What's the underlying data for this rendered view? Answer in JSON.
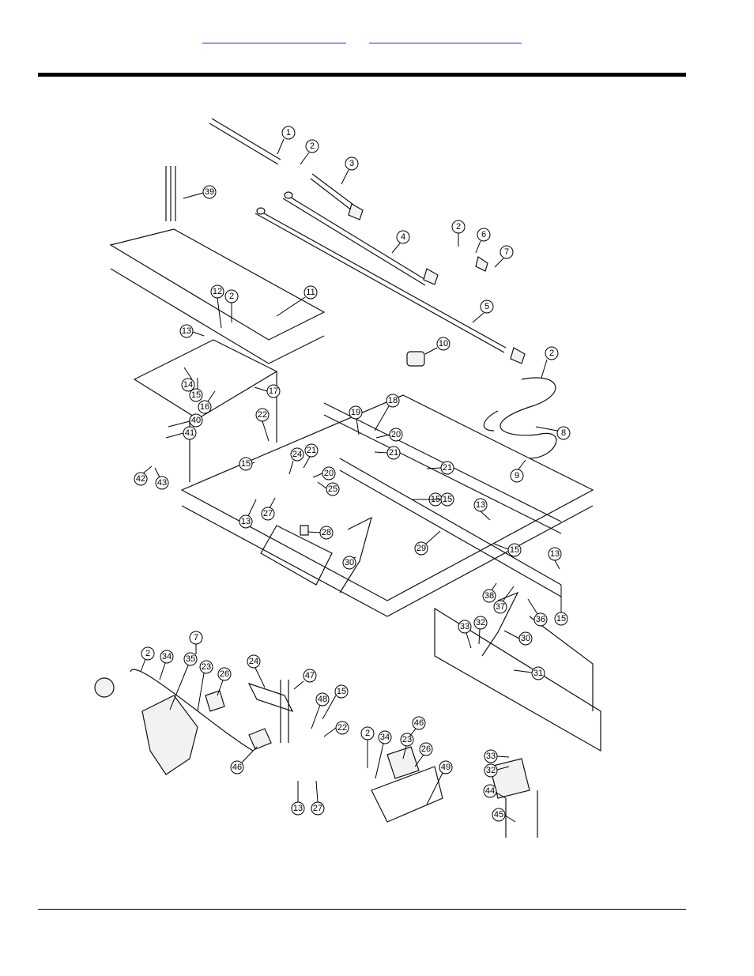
{
  "header": {
    "link_left": "",
    "link_right": ""
  },
  "diagram": {
    "callouts": [
      "1",
      "2",
      "3",
      "39",
      "4",
      "2",
      "6",
      "7",
      "5",
      "10",
      "2",
      "8",
      "9",
      "11",
      "12",
      "2",
      "13",
      "14",
      "15",
      "16",
      "17",
      "22",
      "40",
      "41",
      "19",
      "18",
      "20",
      "21",
      "21",
      "15",
      "24",
      "21",
      "20",
      "25",
      "15",
      "42",
      "43",
      "27",
      "13",
      "28",
      "15",
      "29",
      "13",
      "15",
      "13",
      "30",
      "38",
      "37",
      "36",
      "15",
      "33",
      "32",
      "30",
      "31",
      "7",
      "2",
      "34",
      "35",
      "23",
      "26",
      "24",
      "47",
      "48",
      "15",
      "22",
      "46",
      "2",
      "34",
      "23",
      "26",
      "49",
      "46",
      "13",
      "27",
      "33",
      "32",
      "44",
      "45"
    ]
  }
}
